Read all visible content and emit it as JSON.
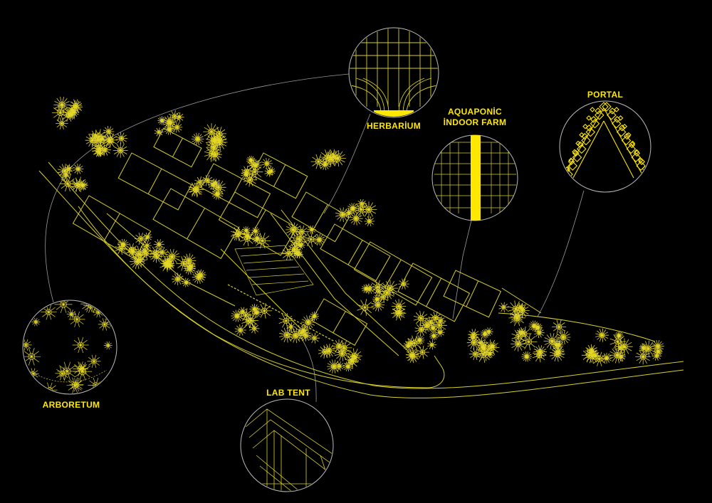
{
  "labels": {
    "herbarium": "HERBARİUM",
    "aquaponic_line1": "AQUAPONİC",
    "aquaponic_line2": "İNDOOR FARM",
    "portal": "PORTAL",
    "arboretum": "ARBORETUM",
    "lab_tent": "LAB TENT"
  },
  "colors": {
    "background": "#000000",
    "linework": "#d8cf2e",
    "accent": "#ffe800",
    "leader": "#9a9a9a"
  }
}
